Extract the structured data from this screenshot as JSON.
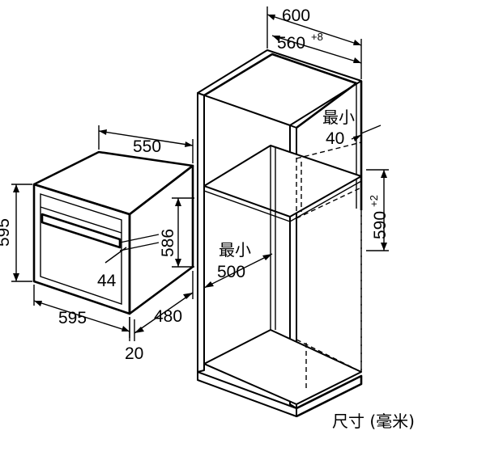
{
  "oven": {
    "width_top": "550",
    "height_left": "595",
    "height_inner": "586",
    "offset": "44",
    "width_front": "595",
    "depth": "480",
    "front_depth": "20"
  },
  "cabinet": {
    "outer_width": "600",
    "inner_width_base": "560",
    "inner_width_tol": "+8",
    "min_gap_label": "最小",
    "min_gap_value": "40",
    "niche_height_base": "590",
    "niche_height_tol": "+2",
    "min_depth_label": "最小",
    "min_depth_value": "500"
  },
  "caption": "尺寸 (毫米)"
}
